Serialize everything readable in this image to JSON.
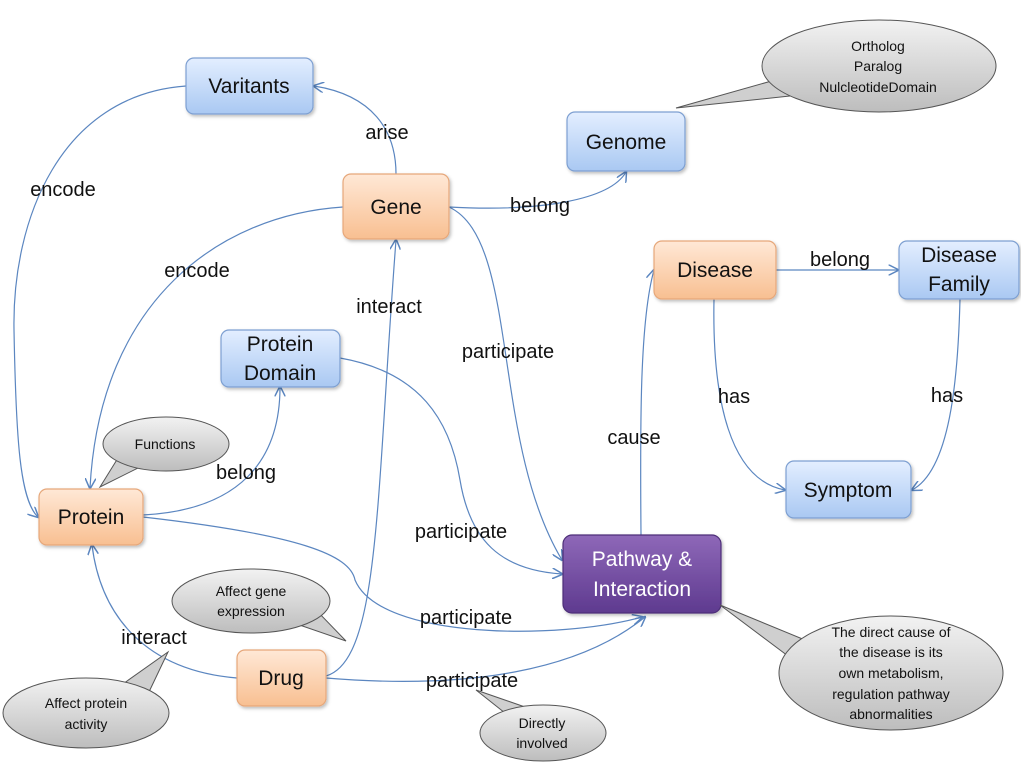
{
  "nodes": {
    "varitants": [
      "Varitants"
    ],
    "genome": [
      "Genome"
    ],
    "gene": [
      "Gene"
    ],
    "disease": [
      "Disease"
    ],
    "disease_family": [
      "Disease",
      "Family"
    ],
    "protein_domain": [
      "Protein",
      "Domain"
    ],
    "protein": [
      "Protein"
    ],
    "symptom": [
      "Symptom"
    ],
    "pathway": [
      "Pathway &",
      "Interaction"
    ],
    "drug": [
      "Drug"
    ]
  },
  "edges": {
    "arise": "arise",
    "encode_varitants": "encode",
    "encode_gene": "encode",
    "belong_genome": "belong",
    "belong_disease_family": "belong",
    "interact_drug_gene": "interact",
    "participate_gene": "participate",
    "has_disease": "has",
    "has_family": "has",
    "cause": "cause",
    "belong_protein_domain": "belong",
    "participate_domain": "participate",
    "participate_protein": "participate",
    "interact_drug_protein": "interact",
    "participate_drug": "participate"
  },
  "callouts": {
    "genome_note": [
      "Ortholog",
      "Paralog",
      "NulcleotideDomain"
    ],
    "protein_functions": [
      "Functions"
    ],
    "gene_expression": [
      "Affect gene",
      "expression"
    ],
    "protein_activity": [
      "Affect protein",
      "activity"
    ],
    "directly_involved": [
      "Directly",
      "involved"
    ],
    "disease_cause": [
      "The direct cause of",
      "the disease is its",
      "own metabolism,",
      "regulation pathway",
      "abnormalities"
    ]
  },
  "colors": {
    "blue_fill_top": "#e3eeff",
    "blue_fill_bottom": "#a9c8f2",
    "blue_stroke": "#7d9fd1",
    "orange_fill_top": "#ffe8d6",
    "orange_fill_bottom": "#f8bf91",
    "orange_stroke": "#e6a77a",
    "purple_fill_top": "#8e68b8",
    "purple_fill_bottom": "#5e3a8f",
    "edge": "#5b86c0",
    "callout_fill_top": "#f2f2f2",
    "callout_fill_bottom": "#bdbdbd"
  }
}
